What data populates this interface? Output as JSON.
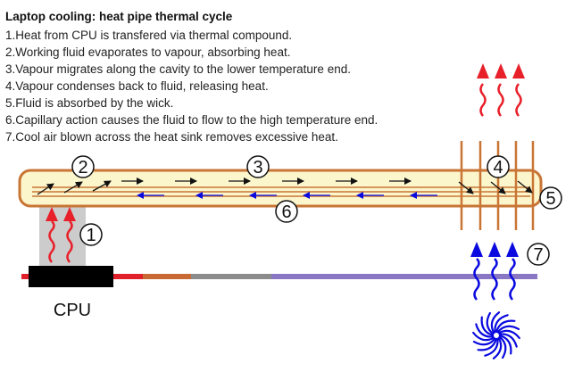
{
  "title": "Laptop cooling: heat pipe thermal cycle",
  "steps": [
    "1.Heat from CPU is transfered via thermal compound.",
    "2.Working fluid evaporates to vapour, absorbing heat.",
    "3.Vapour migrates along the cavity to the lower temperature end.",
    "4.Vapour condenses back to fluid, releasing heat.",
    "5.Fluid is absorbed by the wick.",
    "6.Capillary action causes the fluid to flow to the high temperature end.",
    "7.Cool air blown across the heat sink removes excessive heat."
  ],
  "markers": [
    "1",
    "2",
    "3",
    "4",
    "5",
    "6",
    "7"
  ],
  "cpu_label": "CPU",
  "colors": {
    "pipe_fill": "#fcf6cc",
    "pipe_outline": "#c97535",
    "wick_lines": "#c97535",
    "heat_arrows": "#e8202a",
    "cool_arrows": "#0a0ae0",
    "fluid_arrows": "#0a0ae0",
    "vapour_arrows": "#111111",
    "thermal_compound": "#cccccc",
    "cpu": "#000000",
    "board_red": "#e0202a",
    "board_orange": "#c96a35",
    "board_gray": "#8c8c8c",
    "board_purple": "#8a77c4",
    "fins": "#c97535"
  },
  "icons": [
    "heat-arrow-icon",
    "cool-air-arrow-icon",
    "fan-icon"
  ]
}
